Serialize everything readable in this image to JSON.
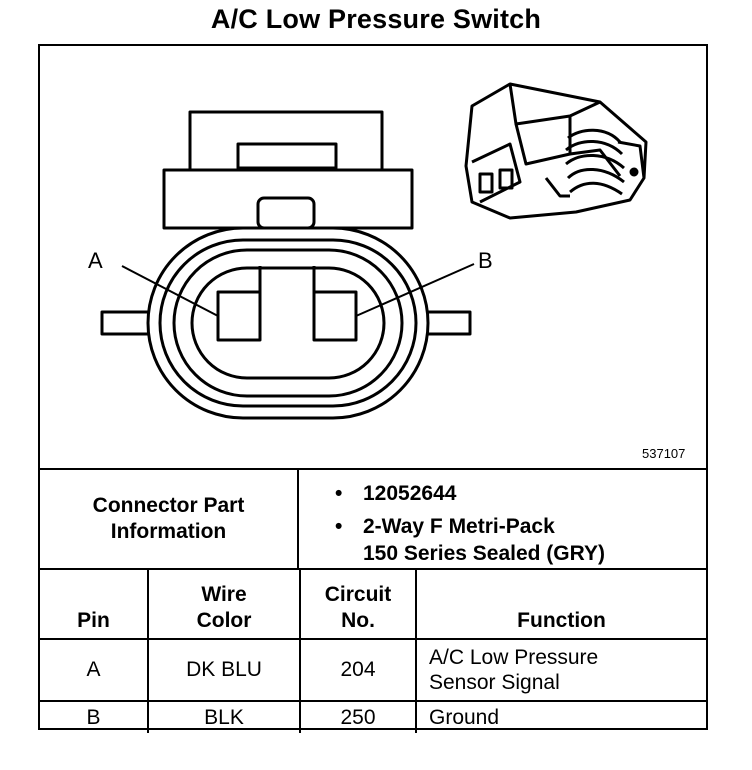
{
  "title": "A/C Low Pressure Switch",
  "diagram": {
    "pin_a_label": "A",
    "pin_b_label": "B",
    "figure_id": "537107",
    "connector_icon": "two-way-connector-drawing",
    "photo_icon": "connector-photo-sketch"
  },
  "connector_info": {
    "label_line1": "Connector Part",
    "label_line2": "Information",
    "part_number": "12052644",
    "desc_line1": "2-Way F Metri-Pack",
    "desc_line2": "150 Series Sealed (GRY)",
    "bullet": "•"
  },
  "pin_table": {
    "headers": {
      "pin": [
        "",
        "Pin"
      ],
      "wire_color": [
        "Wire",
        "Color"
      ],
      "circuit": [
        "Circuit",
        "No."
      ],
      "function": [
        "",
        "Function"
      ]
    },
    "rows": [
      {
        "pin": "A",
        "wire_color": "DK BLU",
        "circuit": "204",
        "function_line1": "A/C Low Pressure",
        "function_line2": "Sensor Signal"
      },
      {
        "pin": "B",
        "wire_color": "BLK",
        "circuit": "250",
        "function_line1": "Ground",
        "function_line2": ""
      }
    ]
  }
}
